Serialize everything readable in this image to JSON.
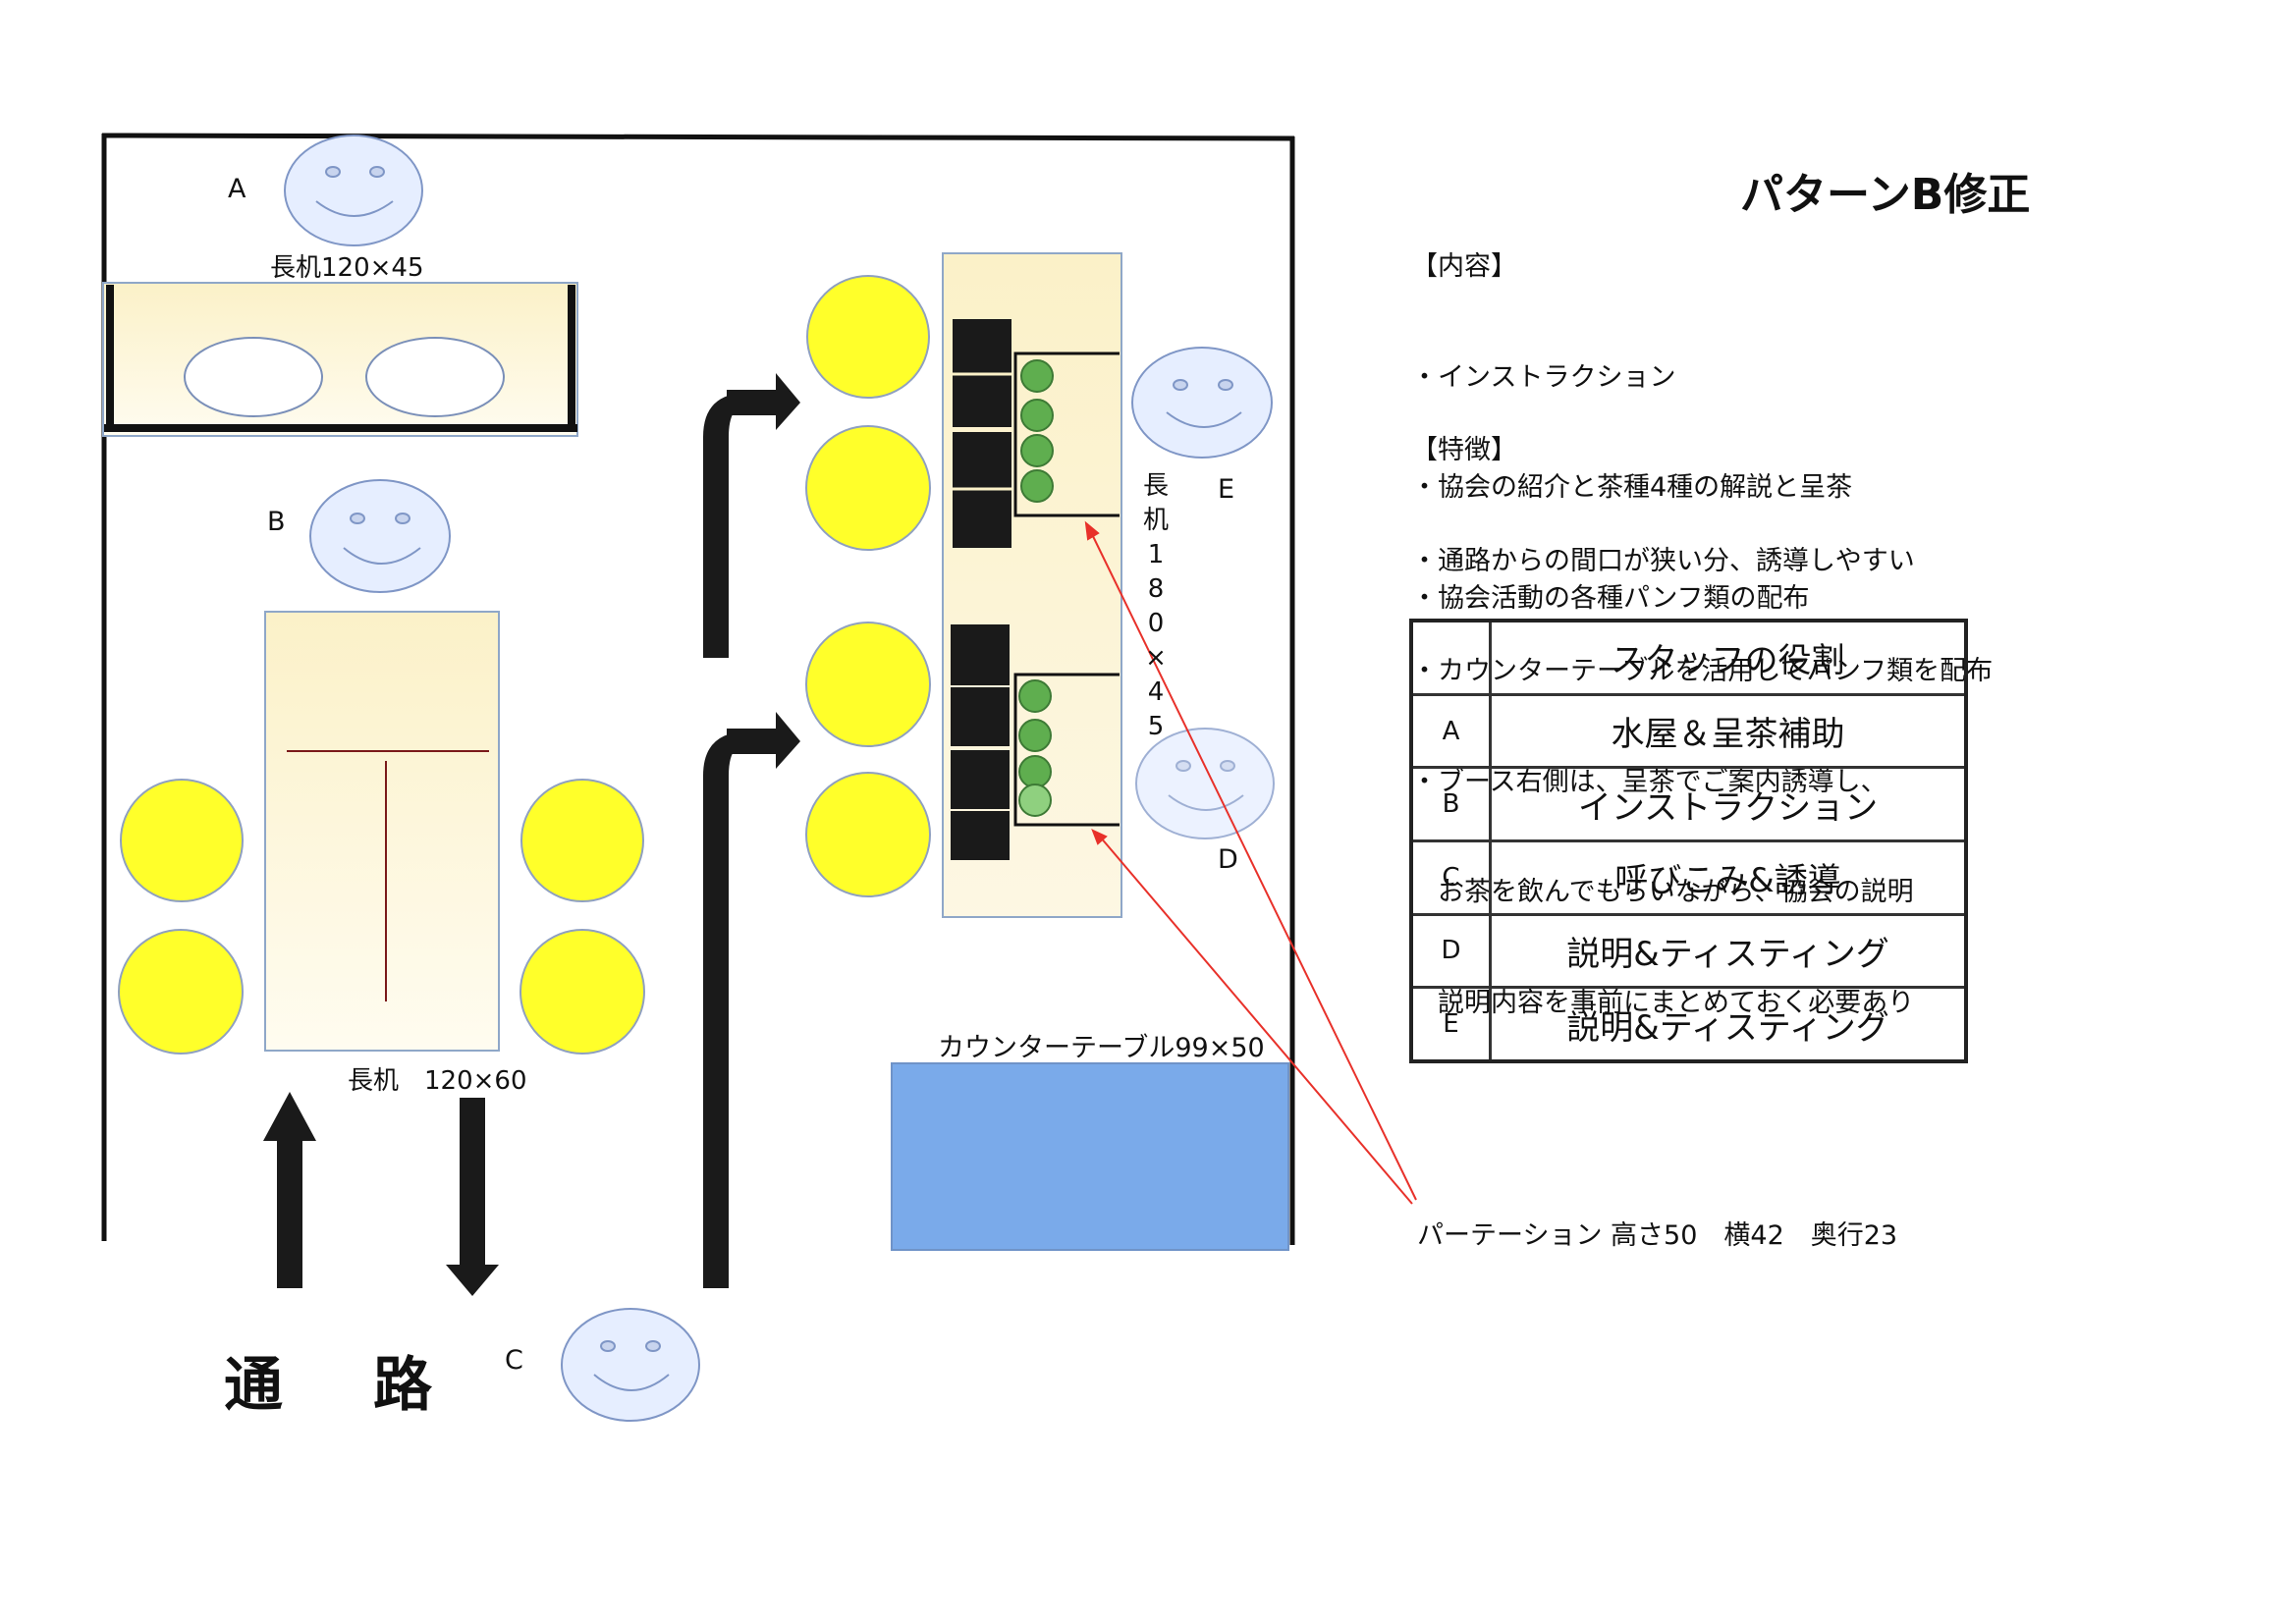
{
  "title": "パターンB修正",
  "content": {
    "header": "【内容】",
    "items": [
      "・インストラクション",
      "・協会の紹介と茶種4種の解説と呈茶",
      "・協会活動の各種パンフ類の配布"
    ]
  },
  "features": {
    "header": "【特徴】",
    "items": [
      "・通路からの間口が狭い分、誘導しやすい",
      "・カウンターテーブルを活用してパンフ類を配布",
      "・ブース右側は、呈茶でご案内誘導し、",
      "　お茶を飲んでもらいながら、協会の説明",
      "　説明内容を事前にまとめておく必要あり"
    ]
  },
  "staff_table": {
    "header": "スタッフの役割",
    "rows": [
      {
        "key": "A",
        "role": "水屋＆呈茶補助"
      },
      {
        "key": "B",
        "role": "インストラクション"
      },
      {
        "key": "C",
        "role": "呼びこみ&誘導"
      },
      {
        "key": "D",
        "role": "説明&ティスティング"
      },
      {
        "key": "E",
        "role": "説明&ティスティング"
      }
    ]
  },
  "labels": {
    "desk_a": "長机120×45",
    "desk_b": "長机　120×60",
    "desk_right": "長机180×45",
    "counter": "カウンターテーブル99×50",
    "partition": "パーテーション 高さ50　横42　奥行23",
    "aisle": "通　路",
    "person_a": "A",
    "person_b": "B",
    "person_c": "C",
    "person_d": "D",
    "person_e": "E"
  },
  "colors": {
    "desk": "#fbf3d2",
    "chair": "#ffff2a",
    "counter": "#7aaaea",
    "tea_cup": "#5fae4f",
    "pamphlet": "#1a1a1a",
    "face": "#e6eeff",
    "partition_arrow": "#e8312a"
  }
}
